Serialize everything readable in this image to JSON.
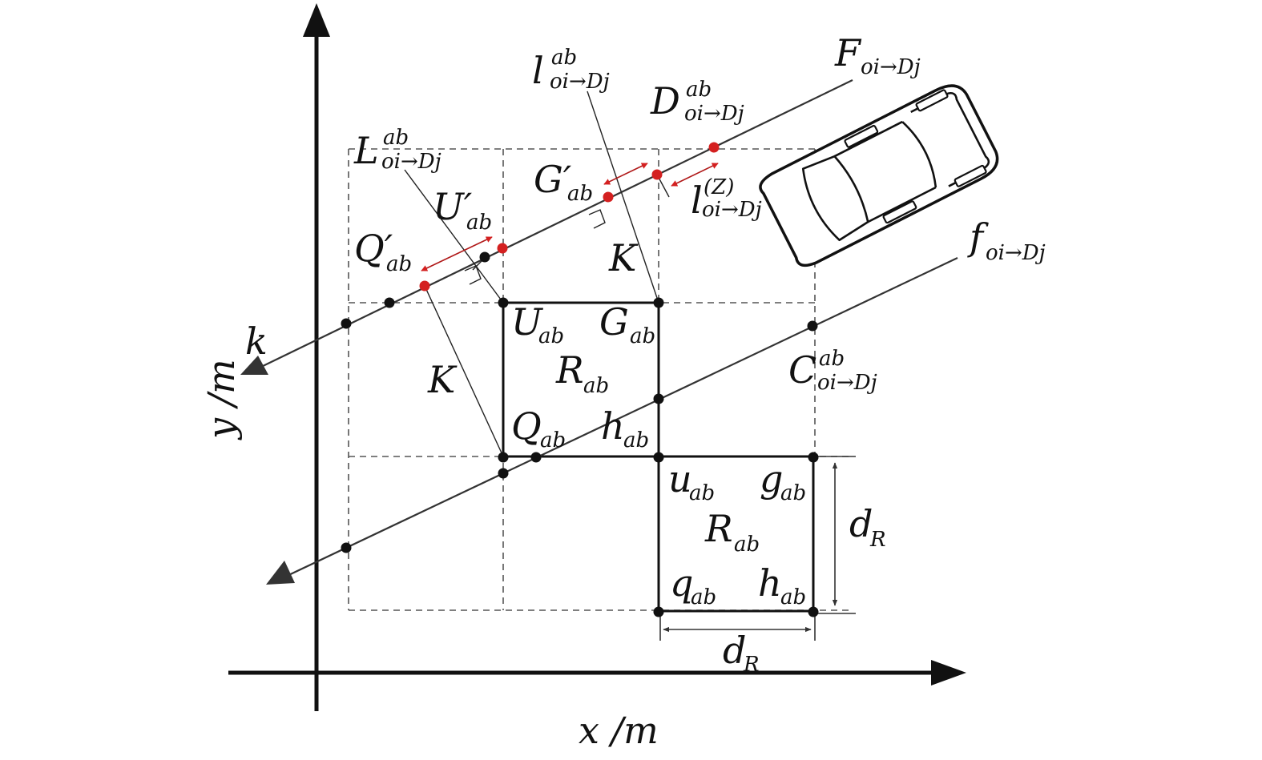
{
  "axes": {
    "x_label": "x /m",
    "y_label": "y /m"
  },
  "labels": {
    "k": "k",
    "F_main": "F",
    "F_sub": "oi→Dj",
    "f_main": "f",
    "f_sub": "oi→Dj",
    "l_main": "l",
    "l_sup": "ab",
    "l_sub": "oi→Dj",
    "D_main": "D",
    "D_sup": "ab",
    "D_sub": "oi→Dj",
    "L_main": "L",
    "L_sup": "ab",
    "L_sub": "oi→Dj",
    "Gp_main": "G′",
    "Gp_sub": "ab",
    "lz_main": "l",
    "lz_sup": "(Z)",
    "lz_sub": "oi→Dj",
    "Up_main": "U′",
    "Up_sub": "ab",
    "Qp_main": "Q′",
    "Qp_sub": "ab",
    "K1": "K",
    "K2": "K",
    "U_main": "U",
    "U_sub": "ab",
    "G_main": "G",
    "G_sub": "ab",
    "R1_main": "R",
    "R1_sub": "ab",
    "C_main": "C",
    "C_sup": "ab",
    "C_sub": "oi→Dj",
    "Q_main": "Q",
    "Q_sub": "ab",
    "h1_main": "h",
    "h1_sub": "ab",
    "u_main": "u",
    "u_sub": "ab",
    "g_main": "g",
    "g_sub": "ab",
    "R2_main": "R",
    "R2_sub": "ab",
    "dR1_main": "d",
    "dR1_sub": "R",
    "q_main": "q",
    "q_sub": "ab",
    "h2_main": "h",
    "h2_sub": "ab",
    "dR2_main": "d",
    "dR2_sub": "R"
  },
  "colors": {
    "ink": "#111111",
    "grid": "#555555",
    "marker_red": "#d42020",
    "arrow_red": "#b01818"
  },
  "icons": [
    "car-icon"
  ]
}
